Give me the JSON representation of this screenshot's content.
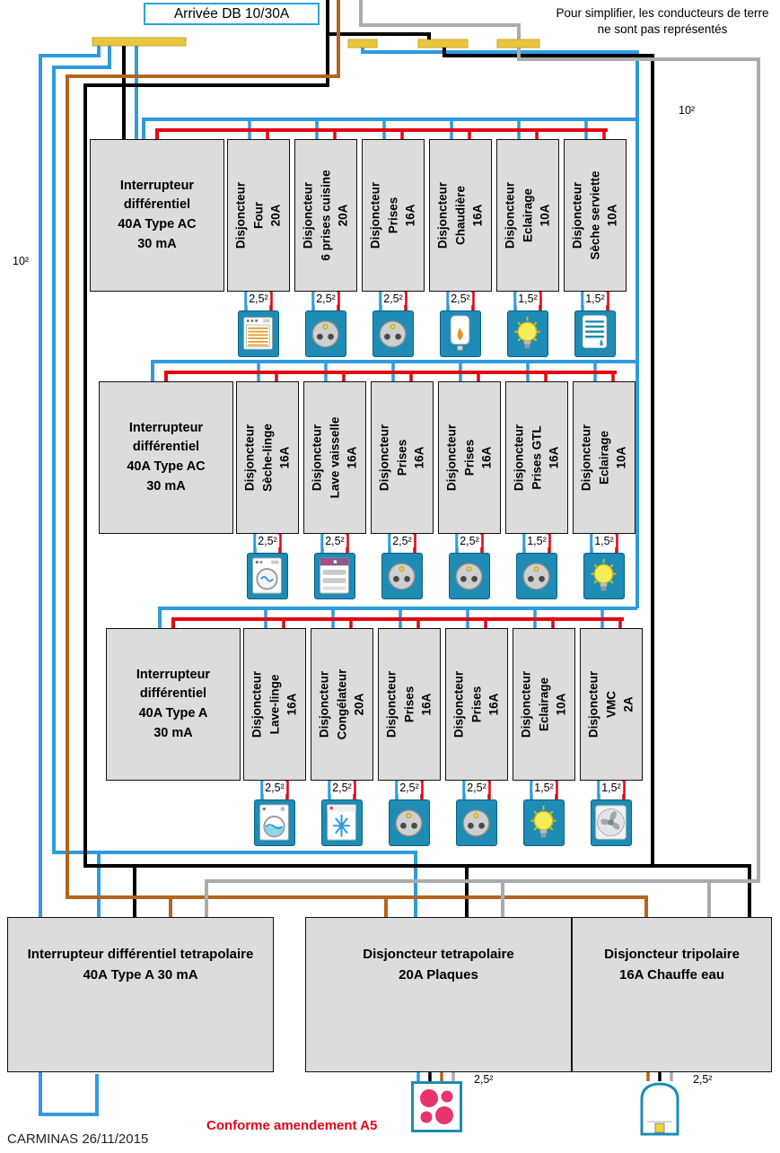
{
  "title": "Arrivée DB 10/30A",
  "note": "Pour simplifier, les conducteurs de terre ne sont pas représentés",
  "wire_gauge_left": "10²",
  "wire_gauge_right": "10²",
  "colors": {
    "blue": "#2E9BDF",
    "red": "#E30613",
    "black": "#000000",
    "gray": "#ABABAB",
    "brown": "#B5641E",
    "yellow": "#EAC63E",
    "teal": "#1E8CB4"
  },
  "rows": [
    {
      "differential": "Interrupteur\ndifférentiel\n40A Type AC\n30 mA",
      "breakers": [
        {
          "label": "Disjoncteur\nFour\n20A",
          "gauge": "2,5²",
          "icon": "oven"
        },
        {
          "label": "Disjoncteur\n6 prises cuisine\n20A",
          "gauge": "2,5²",
          "icon": "socket"
        },
        {
          "label": "Disjoncteur\nPrises\n16A",
          "gauge": "2,5²",
          "icon": "socket"
        },
        {
          "label": "Disjoncteur\nChaudière\n16A",
          "gauge": "2,5²",
          "icon": "boiler"
        },
        {
          "label": "Disjoncteur\nEclairage\n10A",
          "gauge": "1,5²",
          "icon": "bulb"
        },
        {
          "label": "Disjoncteur\nSèche serviette\n10A",
          "gauge": "1,5²",
          "icon": "towel"
        }
      ]
    },
    {
      "differential": "Interrupteur\ndifférentiel\n40A Type AC\n30 mA",
      "breakers": [
        {
          "label": "Disjoncteur\nSèche-linge\n16A",
          "gauge": "2,5²",
          "icon": "dryer"
        },
        {
          "label": "Disjoncteur\nLave vaisselle\n16A",
          "gauge": "2,5²",
          "icon": "dishwasher"
        },
        {
          "label": "Disjoncteur\nPrises\n16A",
          "gauge": "2,5²",
          "icon": "socket"
        },
        {
          "label": "Disjoncteur\nPrises\n16A",
          "gauge": "2,5²",
          "icon": "socket"
        },
        {
          "label": "Disjoncteur\nPrises GTL\n16A",
          "gauge": "1,5²",
          "icon": "socket"
        },
        {
          "label": "Disjoncteur\nEclairage\n10A",
          "gauge": "1,5²",
          "icon": "bulb"
        }
      ]
    },
    {
      "differential": "Interrupteur\ndifférentiel\n40A Type A\n30 mA",
      "breakers": [
        {
          "label": "Disjoncteur\nLave-linge\n16A",
          "gauge": "2,5²",
          "icon": "washer"
        },
        {
          "label": "Disjoncteur\nCongélateur\n20A",
          "gauge": "2,5²",
          "icon": "freezer"
        },
        {
          "label": "Disjoncteur\nPrises\n16A",
          "gauge": "2,5²",
          "icon": "socket"
        },
        {
          "label": "Disjoncteur\nPrises\n16A",
          "gauge": "2,5²",
          "icon": "socket"
        },
        {
          "label": "Disjoncteur\nEclairage\n10A",
          "gauge": "1,5²",
          "icon": "bulb"
        },
        {
          "label": "Disjoncteur\nVMC\n2A",
          "gauge": "1,5²",
          "icon": "fan"
        }
      ]
    }
  ],
  "bottom": {
    "left_box": "Interrupteur différentiel tetrapolaire\n40A Type A 30 mA",
    "middle_box": "Disjoncteur tetrapolaire\n20A Plaques",
    "right_box": "Disjoncteur tripolaire\n16A Chauffe eau",
    "middle_gauge": "2,5²",
    "right_gauge": "2,5²"
  },
  "footer": {
    "conforme": "Conforme amendement A5",
    "credit": "CARMINAS 26/11/2015"
  }
}
